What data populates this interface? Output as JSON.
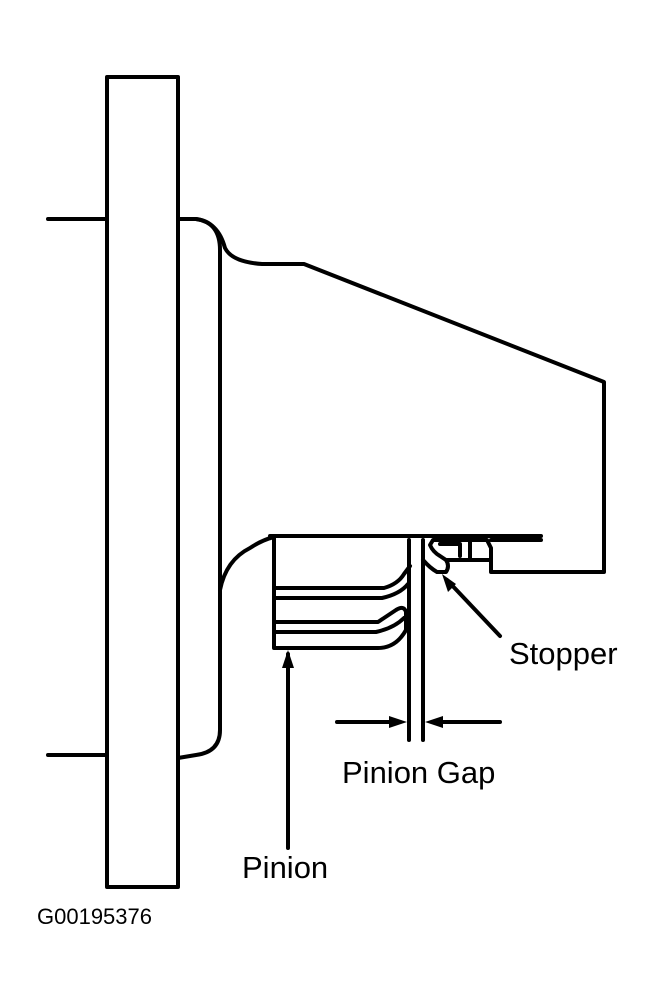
{
  "labels": {
    "stopper": "Stopper",
    "pinion_gap": "Pinion Gap",
    "pinion": "Pinion",
    "figure_code": "G00195376"
  }
}
